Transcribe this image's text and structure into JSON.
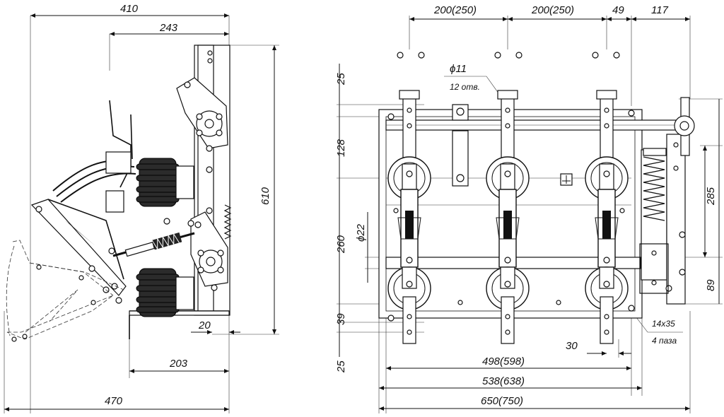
{
  "side_view": {
    "dims": {
      "top_width": "410",
      "upper_width": "243",
      "height": "610",
      "small_offset": "20",
      "base_width": "203",
      "bottom_width": "470"
    }
  },
  "front_view": {
    "dims": {
      "pitch_left": "200(250)",
      "pitch_right": "200(250)",
      "offset_49": "49",
      "offset_117": "117",
      "hole_dia": "ϕ11",
      "hole_count": "12 отв.",
      "v_25_top": "25",
      "v_128": "128",
      "shaft_dia": "ϕ22",
      "v_260": "260",
      "v_39": "39",
      "v_25_bottom": "25",
      "v_285": "285",
      "v_89": "89",
      "slot_size": "14x35",
      "slot_count": "4 паза",
      "dim_30": "30",
      "w_498": "498(598)",
      "w_538": "538(638)",
      "w_650": "650(750)"
    }
  }
}
